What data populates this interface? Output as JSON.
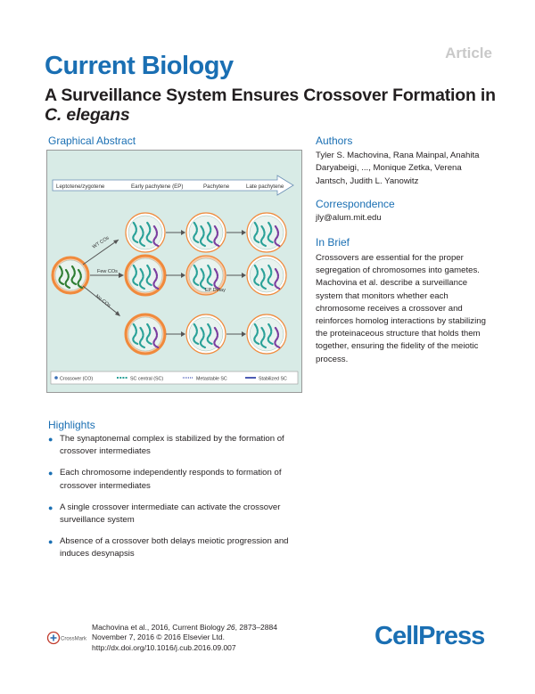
{
  "header": {
    "article_type": "Article",
    "journal": "Current Biology",
    "title_part1": "A Surveillance System Ensures Crossover Formation in ",
    "title_species": "C. elegans"
  },
  "graphical_abstract": {
    "heading": "Graphical Abstract",
    "stages": [
      "Leptotene/zygotene",
      "Early pachytene (EP)",
      "Pachytene",
      "Late pachytene"
    ],
    "arrow_labels": [
      "WT COs",
      "Few COs",
      "No COs"
    ],
    "delay_label": "EP Delay",
    "legend": [
      "Crossover (CO)",
      "SC central (SC)",
      "Metastable SC",
      "Stabilized SC"
    ],
    "colors": {
      "panel_bg": "#d8ebe6",
      "nucleus_ring": "#f08a3c",
      "chromatin": "#2e7d32",
      "sc": "#2aa198",
      "stabilized": "#7b3fa0"
    }
  },
  "authors": {
    "heading": "Authors",
    "list": "Tyler S. Machovina, Rana Mainpal, Anahita Daryabeigi, ..., Monique Zetka, Verena Jantsch, Judith L. Yanowitz"
  },
  "correspondence": {
    "heading": "Correspondence",
    "email": "jly@alum.mit.edu"
  },
  "in_brief": {
    "heading": "In Brief",
    "text": "Crossovers are essential for the proper segregation of chromosomes into gametes. Machovina et al. describe a surveillance system that monitors whether each chromosome receives a crossover and reinforces homolog interactions by stabilizing the proteinaceous structure that holds them together, ensuring the fidelity of the meiotic process."
  },
  "highlights": {
    "heading": "Highlights",
    "items": [
      "The synaptonemal complex is stabilized by the formation of crossover intermediates",
      "Each chromosome independently responds to formation of crossover intermediates",
      "A single crossover intermediate can activate the crossover surveillance system",
      "Absence of a crossover both delays meiotic progression and induces desynapsis"
    ]
  },
  "footer": {
    "citation_prefix": "Machovina et al., 2016, Current Biology ",
    "volume": "26",
    "pages": ", 2873–2884",
    "date_line": "November 7, 2016 © 2016 Elsevier Ltd.",
    "doi": "http://dx.doi.org/10.1016/j.cub.2016.09.007",
    "publisher_logo": "CellPress",
    "crossmark_text": "CrossMark"
  }
}
